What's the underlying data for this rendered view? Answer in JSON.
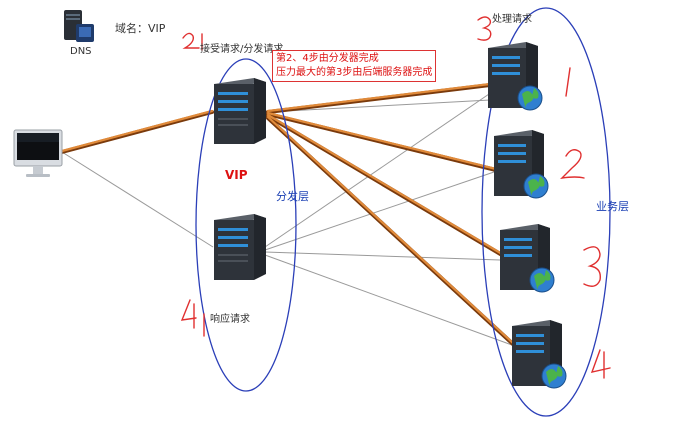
{
  "dns": {
    "label": "DNS",
    "domain_label": "域名：VIP"
  },
  "labels": {
    "receive_forward": "接受请求/分发请求",
    "process": "处理请求",
    "respond": "响应请求",
    "vip": "VIP",
    "dispatch_layer": "分发层",
    "business_layer": "业务层"
  },
  "note": {
    "line1": "第2、4步由分发器完成",
    "line2": "压力最大的第3步由后端服务器完成"
  },
  "handwritten_numbers": [
    "1",
    "2",
    "3",
    "4"
  ],
  "colors": {
    "orange_line": "#d8731f",
    "gray_line": "#9a9a9a",
    "ellipse_blue": "#2b3fb8",
    "handwriting_red": "#e03030"
  },
  "icons": {
    "client": "imac-computer-icon",
    "dns": "dns-server-icon",
    "server": "server-tower-icon",
    "globe": "globe-icon"
  }
}
